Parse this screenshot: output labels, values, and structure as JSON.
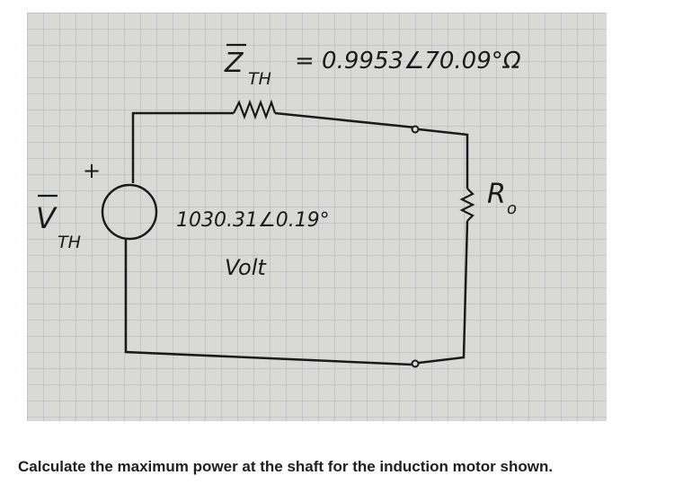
{
  "diagram": {
    "impedance_label": "Z",
    "impedance_subscript": "TH",
    "impedance_value": "= 0.9953∠70.09°Ω",
    "source_label": "V",
    "source_subscript": "TH",
    "source_plus": "+",
    "source_value": "1030.31∠0.19°",
    "source_unit": "Volt",
    "load_label": "R",
    "load_subscript": "o"
  },
  "question": {
    "text": "Calculate the maximum power at the shaft for the induction motor shown."
  }
}
